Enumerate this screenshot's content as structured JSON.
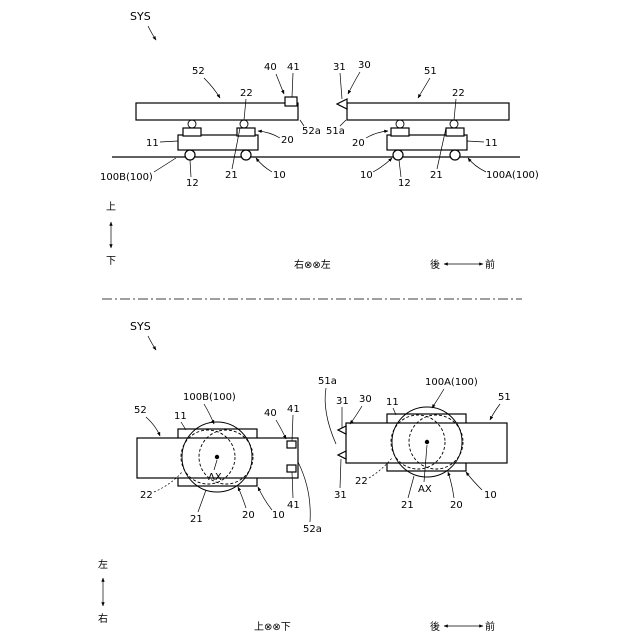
{
  "labels": {
    "sys": "SYS",
    "n52": "52",
    "n51": "51",
    "n40": "40",
    "n41": "41",
    "n31": "31",
    "n30": "30",
    "n22": "22",
    "n20": "20",
    "n11": "11",
    "n21": "21",
    "n10": "10",
    "n12": "12",
    "n52a": "52a",
    "n51a": "51a",
    "n100A": "100A(100)",
    "n100B": "100B(100)",
    "ax": "AX"
  },
  "axes": {
    "up": "上",
    "down": "下",
    "left": "左",
    "right": "右",
    "rear": "後",
    "front": "前",
    "view_top": "右⊗⊗左",
    "view_bottom": "上⊗⊗下"
  }
}
